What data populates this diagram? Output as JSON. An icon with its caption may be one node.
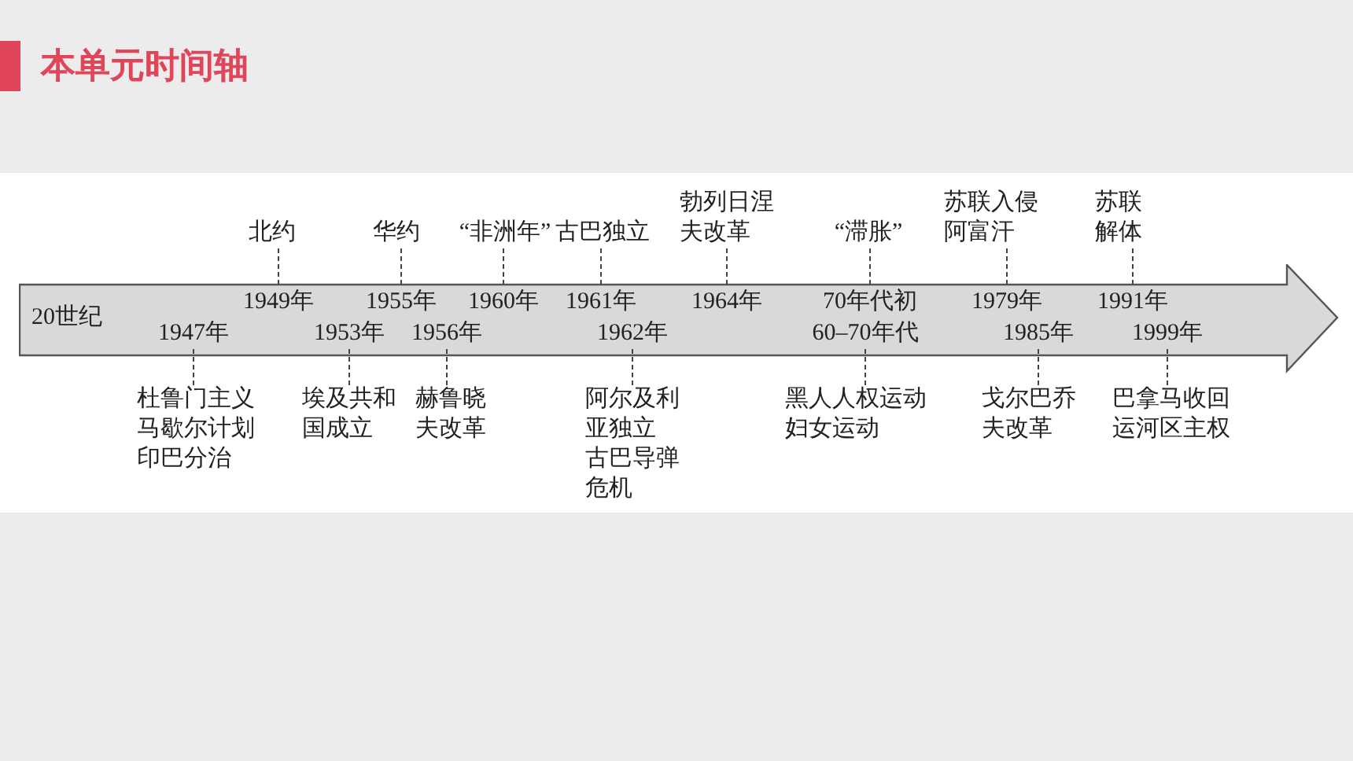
{
  "diagram": {
    "title": "本单元时间轴",
    "nodes": [
      {
        "text": [
          "20世纪"
        ]
      },
      {
        "text": [
          "1949年"
        ],
        "in": 0
      },
      {
        "text": [
          "1955年"
        ],
        "in": 0
      },
      {
        "text": [
          "1960年"
        ],
        "in": 0
      },
      {
        "text": [
          "1961年"
        ],
        "in": 0
      },
      {
        "text": [
          "1964年"
        ],
        "in": 0
      },
      {
        "text": [
          "70年代初"
        ],
        "in": 0
      },
      {
        "text": [
          "1979年"
        ],
        "in": 0
      },
      {
        "text": [
          "1991年"
        ],
        "in": 0
      },
      {
        "text": [
          "1947年"
        ],
        "in": 0
      },
      {
        "text": [
          "1953年"
        ],
        "in": 0
      },
      {
        "text": [
          "1956年"
        ],
        "in": 0
      },
      {
        "text": [
          "1962年"
        ],
        "in": 0
      },
      {
        "text": [
          "60–70年代"
        ],
        "in": 0
      },
      {
        "text": [
          "1985年"
        ],
        "in": 0
      },
      {
        "text": [
          "1999年"
        ],
        "in": 0
      },
      {
        "text": [
          "北约"
        ]
      },
      {
        "text": [
          "华约"
        ]
      },
      {
        "text": [
          "“非洲年”"
        ]
      },
      {
        "text": [
          "古巴独立"
        ]
      },
      {
        "text": [
          "勃列日涅夫改革"
        ]
      },
      {
        "text": [
          "“滞胀”"
        ]
      },
      {
        "text": [
          "苏联入侵阿富汗"
        ]
      },
      {
        "text": [
          "苏联解体"
        ]
      },
      {
        "text": [
          "杜鲁门主义",
          "马歇尔计划",
          "印巴分治"
        ]
      },
      {
        "text": [
          "埃及共和国成立"
        ]
      },
      {
        "text": [
          "赫鲁晓夫改革"
        ]
      },
      {
        "text": [
          "阿尔及利亚独立",
          "古巴导弹危机"
        ]
      },
      {
        "text": [
          "黑人人权运动",
          "妇女运动"
        ]
      },
      {
        "text": [
          "戈尔巴乔夫改革"
        ]
      },
      {
        "text": [
          "巴拿马收回运河区主权"
        ]
      }
    ],
    "edges": [
      {
        "from": 16,
        "to": 1,
        "arrow": "none",
        "style": "dashed"
      },
      {
        "from": 17,
        "to": 2,
        "arrow": "none",
        "style": "dashed"
      },
      {
        "from": 18,
        "to": 3,
        "arrow": "none",
        "style": "dashed"
      },
      {
        "from": 19,
        "to": 4,
        "arrow": "none",
        "style": "dashed"
      },
      {
        "from": 20,
        "to": 5,
        "arrow": "none",
        "style": "dashed"
      },
      {
        "from": 21,
        "to": 6,
        "arrow": "none",
        "style": "dashed"
      },
      {
        "from": 22,
        "to": 7,
        "arrow": "none",
        "style": "dashed"
      },
      {
        "from": 23,
        "to": 8,
        "arrow": "none",
        "style": "dashed"
      },
      {
        "from": 24,
        "to": 9,
        "arrow": "none",
        "style": "dashed"
      },
      {
        "from": 25,
        "to": 10,
        "arrow": "none",
        "style": "dashed"
      },
      {
        "from": 26,
        "to": 11,
        "arrow": "none",
        "style": "dashed"
      },
      {
        "from": 27,
        "to": 12,
        "arrow": "none",
        "style": "dashed"
      },
      {
        "from": 28,
        "to": 13,
        "arrow": "none",
        "style": "dashed"
      },
      {
        "from": 29,
        "to": 14,
        "arrow": "none",
        "style": "dashed"
      },
      {
        "from": 30,
        "to": 15,
        "arrow": "none",
        "style": "dashed"
      }
    ]
  }
}
